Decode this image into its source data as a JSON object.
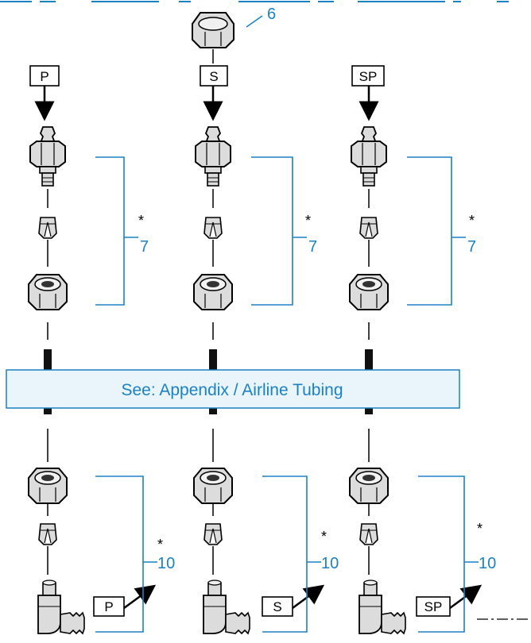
{
  "colors": {
    "accent": "#1a82c4",
    "banner_fill": "#eaf4fb",
    "part_fill": "#dcdcdc",
    "line": "#000000"
  },
  "diagram": {
    "cap_callout": "6",
    "inputs": [
      {
        "label": "P"
      },
      {
        "label": "S"
      },
      {
        "label": "SP"
      }
    ],
    "outputs": [
      {
        "label": "P"
      },
      {
        "label": "S"
      },
      {
        "label": "SP"
      }
    ],
    "upper_callout": "7",
    "lower_callout": "10",
    "asterisk": "*",
    "banner_text": "See: Appendix / Airline Tubing"
  }
}
